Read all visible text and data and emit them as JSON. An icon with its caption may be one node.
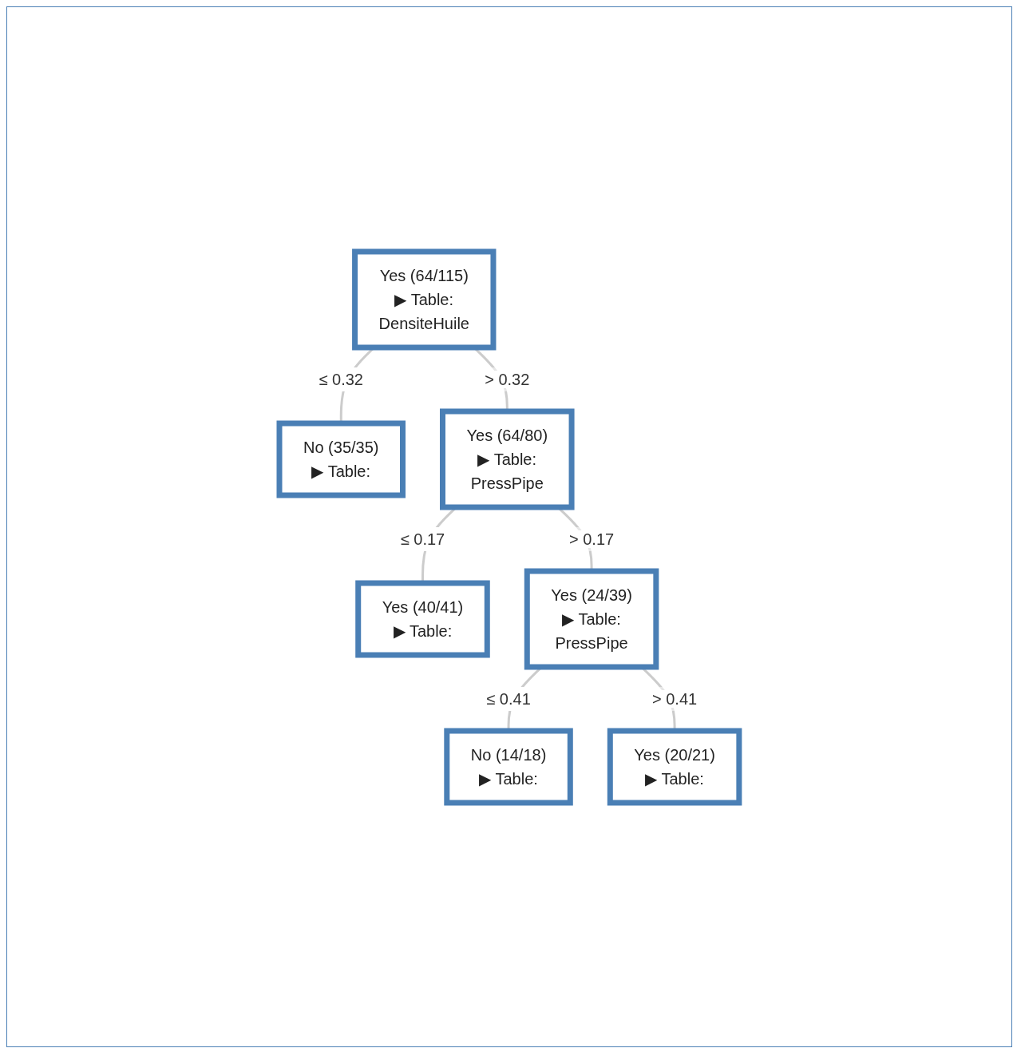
{
  "diagram": {
    "nodes": [
      {
        "text": [
          "Yes (64/115)",
          "▶ Table:",
          "DensiteHuile"
        ]
      },
      {
        "text": [
          "No (35/35)",
          "▶ Table:"
        ]
      },
      {
        "text": [
          "Yes (64/80)",
          "▶ Table:",
          "PressPipe"
        ]
      },
      {
        "text": [
          "Yes (40/41)",
          "▶ Table:"
        ]
      },
      {
        "text": [
          "Yes (24/39)",
          "▶ Table:",
          "PressPipe"
        ]
      },
      {
        "text": [
          "No (14/18)",
          "▶ Table:"
        ]
      },
      {
        "text": [
          "Yes (20/21)",
          "▶ Table:"
        ]
      }
    ],
    "edges": [
      {
        "from": 0,
        "to": 1,
        "arrow": "none",
        "label": "≤ 0.32"
      },
      {
        "from": 0,
        "to": 2,
        "arrow": "none",
        "label": "> 0.32"
      },
      {
        "from": 2,
        "to": 3,
        "arrow": "none",
        "label": "≤ 0.17"
      },
      {
        "from": 2,
        "to": 4,
        "arrow": "none",
        "label": "> 0.17"
      },
      {
        "from": 4,
        "to": 5,
        "arrow": "none",
        "label": "≤ 0.41"
      },
      {
        "from": 4,
        "to": 6,
        "arrow": "none",
        "label": "> 0.41"
      }
    ]
  }
}
